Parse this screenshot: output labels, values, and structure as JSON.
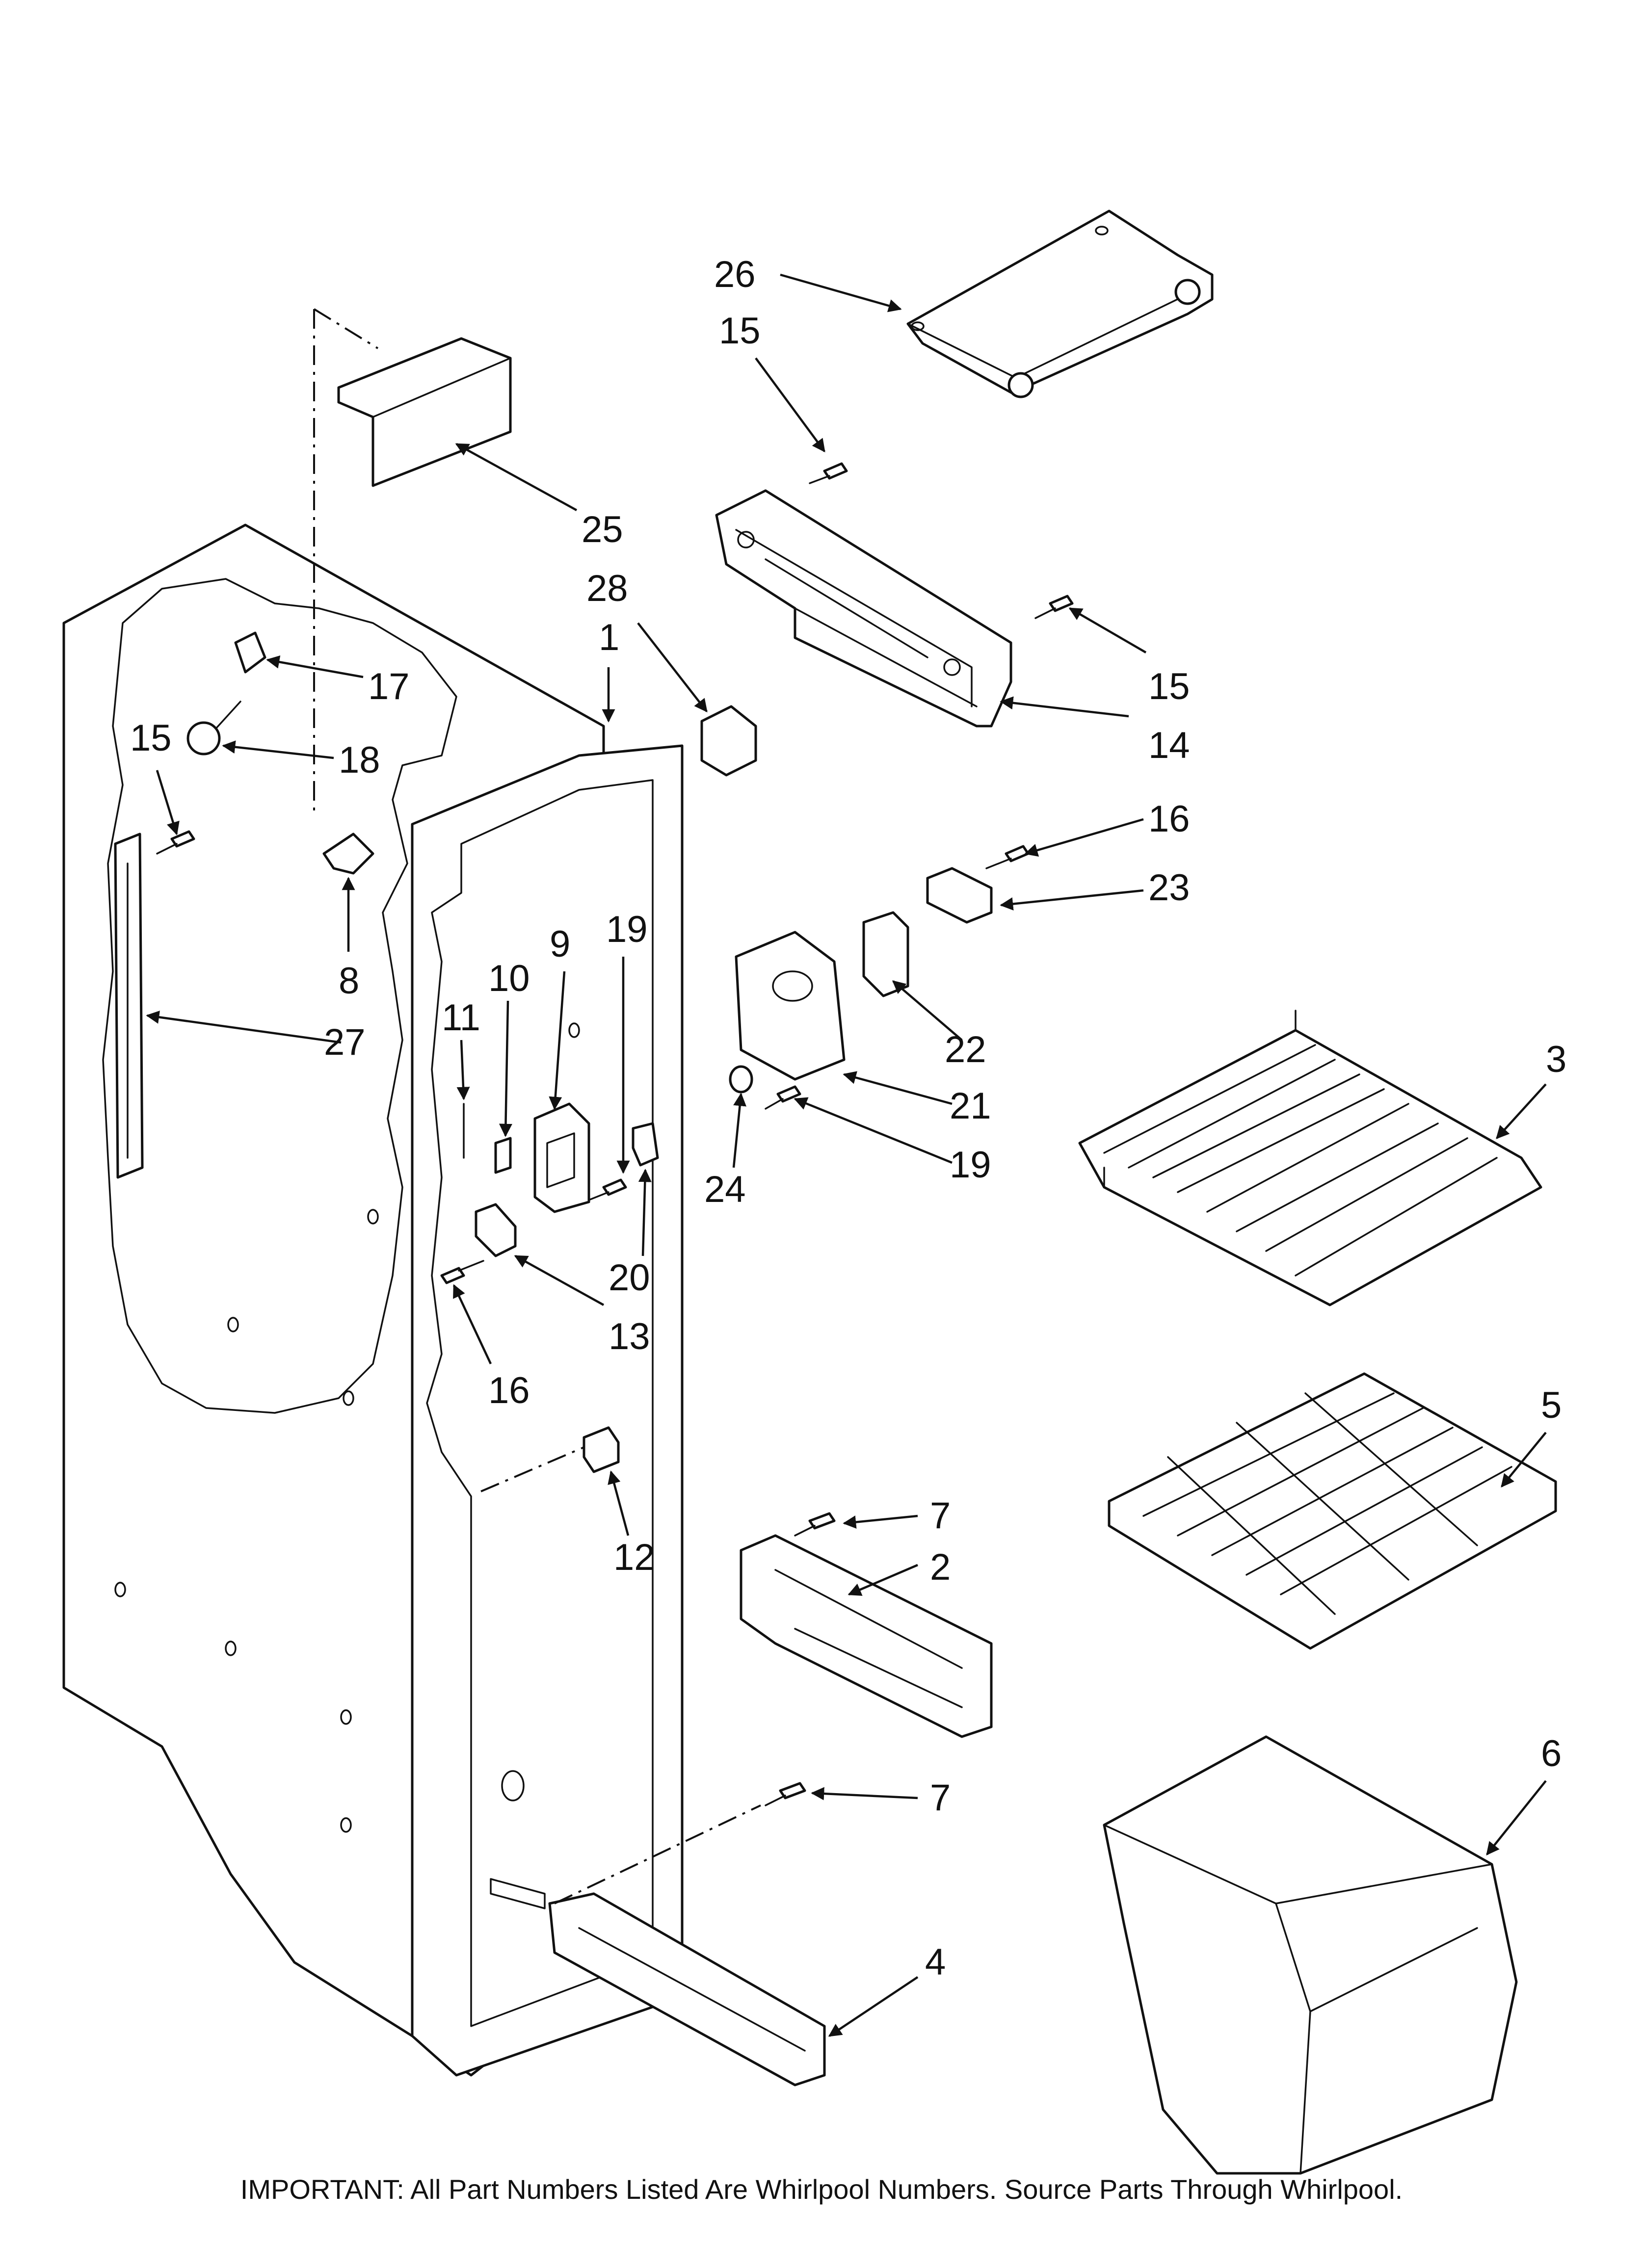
{
  "diagram": {
    "callouts": {
      "c26": "26",
      "c15a": "15",
      "c25": "25",
      "c28": "28",
      "c1": "1",
      "c17": "17",
      "c15b": "15",
      "c14": "14",
      "c15c": "15",
      "c18": "18",
      "c16a": "16",
      "c23": "23",
      "c8": "8",
      "c11": "11",
      "c10": "10",
      "c9": "9",
      "c19a": "19",
      "c22": "22",
      "c27": "27",
      "c21": "21",
      "c3": "3",
      "c19b": "19",
      "c24": "24",
      "c20": "20",
      "c13": "13",
      "c16b": "16",
      "c5": "5",
      "c12": "12",
      "c7a": "7",
      "c2": "2",
      "c6": "6",
      "c7b": "7",
      "c4": "4"
    }
  },
  "footer": {
    "note": "IMPORTANT: All Part Numbers Listed Are Whirlpool Numbers. Source Parts Through Whirlpool."
  }
}
